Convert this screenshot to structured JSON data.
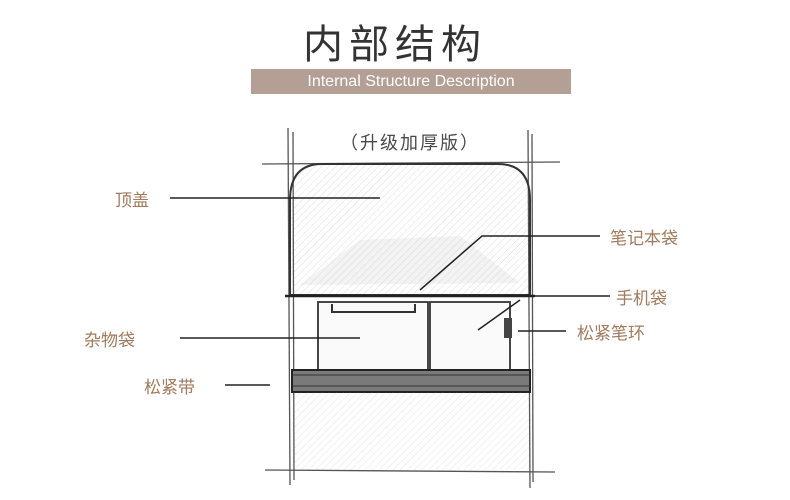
{
  "title": "内部结构",
  "banner": "Internal Structure Description",
  "subtitle": "（升级加厚版）",
  "labels": {
    "top_cover": "顶盖",
    "notebook_bag": "笔记本袋",
    "phone_bag": "手机袋",
    "sundries_bag": "杂物袋",
    "pen_loop": "松紧笔环",
    "elastic_band": "松紧带"
  },
  "colors": {
    "title": "#333333",
    "banner_bg": "#b39f93",
    "label": "#a27a5c",
    "sketch": "#3a3a3a"
  }
}
